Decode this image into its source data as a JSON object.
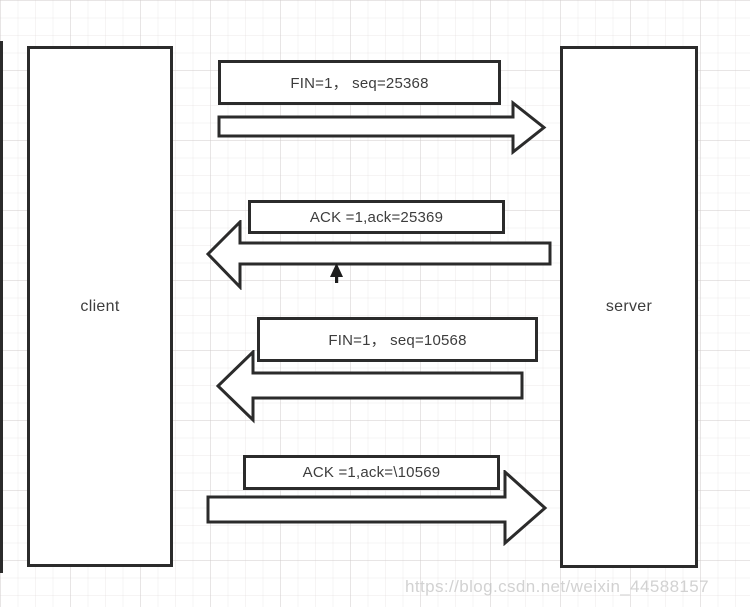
{
  "diagram": {
    "client_label": "client",
    "server_label": "server",
    "messages": [
      {
        "label": "FIN=1， seq=25368",
        "direction": "right"
      },
      {
        "label": "ACK =1,ack=25369",
        "direction": "left"
      },
      {
        "label": "FIN=1， seq=10568",
        "direction": "left"
      },
      {
        "label": "ACK =1,ack=\\10569",
        "direction": "right"
      }
    ],
    "colors": {
      "shape_border": "#2b2b2b",
      "shape_fill": "#ffffff",
      "text": "#3d3d3d",
      "watermark": "#c9c9c9"
    }
  },
  "watermark_text": "https://blog.csdn.net/weixin_44588157"
}
